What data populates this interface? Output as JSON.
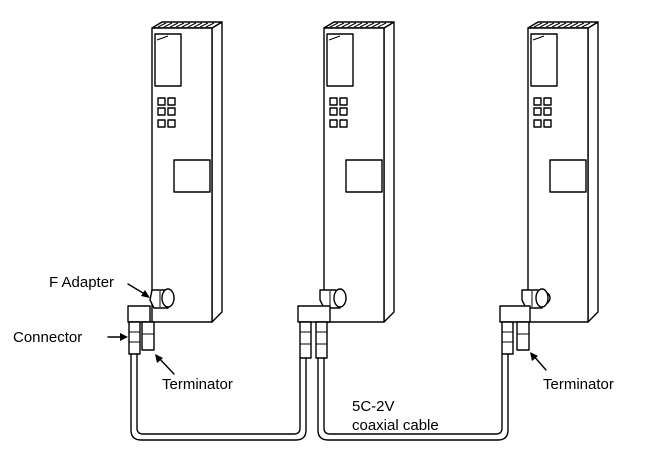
{
  "labels": {
    "f_adapter": "F Adapter",
    "connector": "Connector",
    "terminator_left": "Terminator",
    "terminator_right": "Terminator",
    "cable_line1": "5C-2V",
    "cable_line2": "coaxial cable"
  },
  "colors": {
    "ink": "#000000",
    "background": "#ffffff"
  }
}
